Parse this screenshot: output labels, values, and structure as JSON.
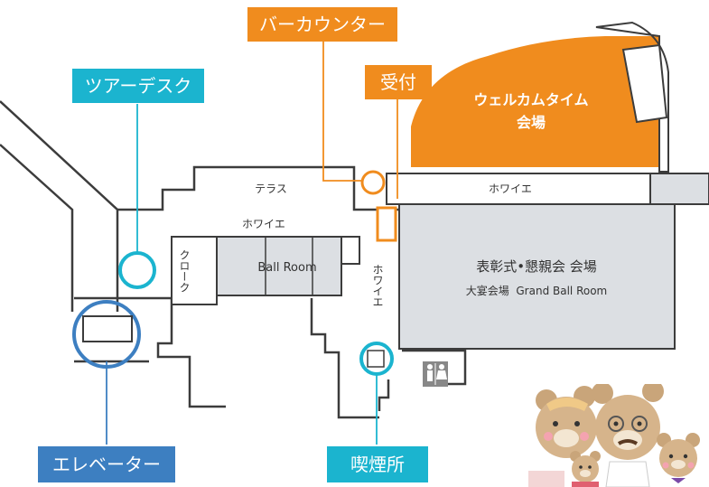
{
  "colors": {
    "orange": "#f08c1e",
    "cyan": "#1bb4cf",
    "blue": "#3d7fc1",
    "room_gray": "#dcdfe3",
    "wall": "#3c3c3c"
  },
  "callouts": {
    "bar_counter": "バーカウンター",
    "reception": "受付",
    "tour_desk": "ツアーデスク",
    "elevator": "エレベーター",
    "smoking_area": "喫煙所"
  },
  "rooms": {
    "welcome_time_line1": "ウェルカムタイム",
    "welcome_time_line2": "会場",
    "terrace": "テラス",
    "foyer_top": "ホワイエ",
    "foyer_left": "ホワイエ",
    "foyer_vertical": "ホワイエ",
    "cloak": "クローク",
    "ball_room": "Ball Room",
    "ceremony_hall": "表彰式•懇親会 会場",
    "grand_ballroom": "大宴会場  Grand Ball Room"
  },
  "icons": [
    "restroom-icon",
    "bear-mascots-illustration"
  ]
}
